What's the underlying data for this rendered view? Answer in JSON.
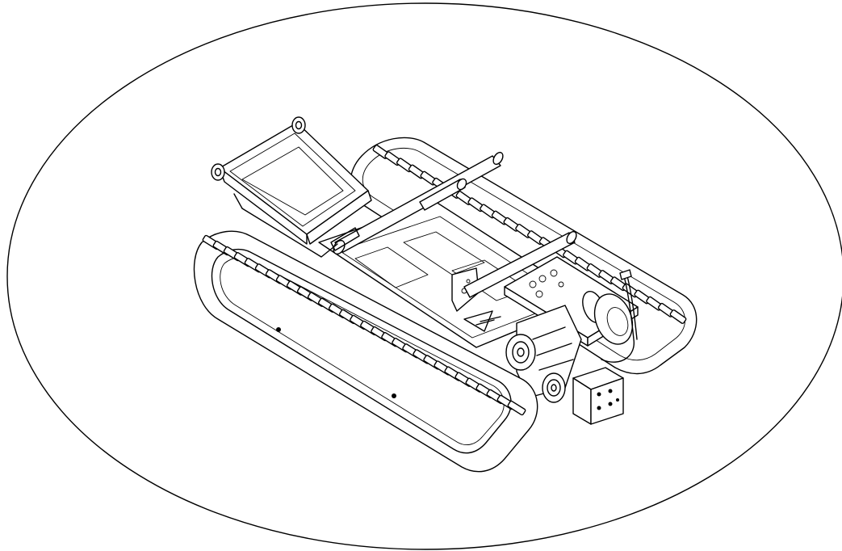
{
  "figure": {
    "subject": "tracked-crawler-chassis-isometric-drawing",
    "background_color": "#ffffff",
    "line_color": "#000000",
    "frame_shape": "ellipse"
  },
  "parts": {
    "left_track_treads": 30,
    "right_track_treads": 26
  }
}
